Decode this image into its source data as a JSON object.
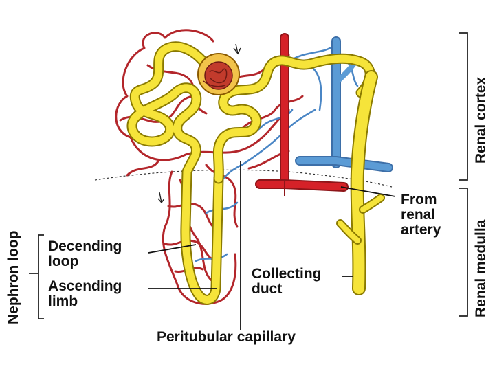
{
  "colors": {
    "tubule": "#f6e43a",
    "tubule_outline": "#8a7a00",
    "artery": "#d52128",
    "capillary_red": "#b3262b",
    "vein": "#5b9bd5",
    "capillary_blue": "#4a86c5",
    "label_text": "#111111"
  },
  "labels": {
    "renal_cortex": "Renal cortex",
    "renal_medulla": "Renal medulla",
    "nephron_loop": "Nephron loop",
    "descending_loop": "Decending\nloop",
    "ascending_limb": "Ascending\nlimb",
    "collecting_duct": "Collecting\nduct",
    "from_renal_artery": "From\nrenal\nartery",
    "peritubular_capillary": "Peritubular capillary"
  }
}
